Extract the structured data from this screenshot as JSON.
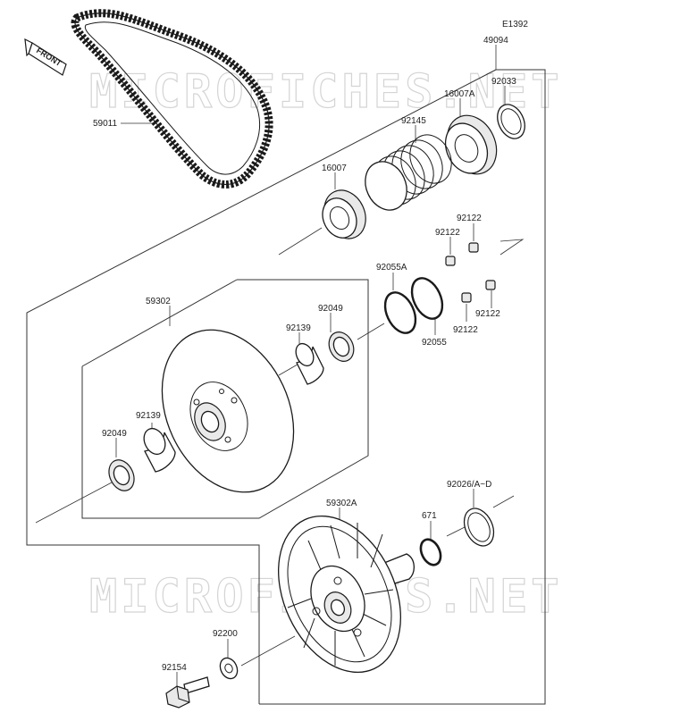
{
  "diagram_code": "E1392",
  "front_label": "FRONT",
  "watermark": "MICROFICHES.NET",
  "parts": {
    "p49094": "49094",
    "p92033": "92033",
    "p16007A": "16007A",
    "p92145": "92145",
    "p59011": "59011",
    "p16007": "16007",
    "p92122_a": "92122",
    "p92122_b": "92122",
    "p92122_c": "92122",
    "p92122_d": "92122",
    "p92055A": "92055A",
    "p92055": "92055",
    "p59302": "59302",
    "p92049_top": "92049",
    "p92139_top": "92139",
    "p92139_left": "92139",
    "p92049_left": "92049",
    "p92026": "92026/A~D",
    "p59302A": "59302A",
    "p671": "671",
    "p92200": "92200",
    "p92154": "92154"
  }
}
